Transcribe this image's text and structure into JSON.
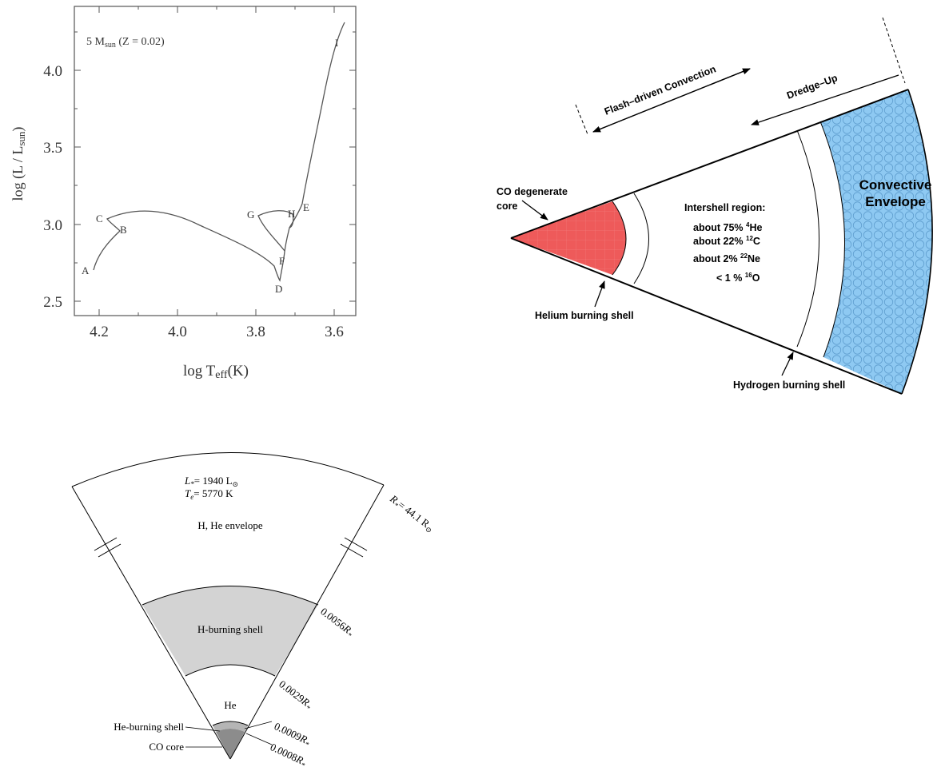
{
  "hr_diagram": {
    "model_label": "5 M",
    "model_sub": "sun",
    "model_suffix": " (Z = 0.02)",
    "ylabel_pre": "log (L / L",
    "ylabel_sub": "sun",
    "ylabel_post": ")",
    "xlabel_pre": "log T",
    "xlabel_sub": "eff",
    "xlabel_post": "(K)",
    "y_ticks": [
      "4.0",
      "3.5",
      "3.0",
      "2.5"
    ],
    "x_ticks": [
      "4.2",
      "4.0",
      "3.8",
      "3.6"
    ],
    "points": {
      "A": "A",
      "B": "B",
      "C": "C",
      "D": "D",
      "E": "E",
      "F": "F",
      "G": "G",
      "H": "H",
      "I": "I"
    }
  },
  "agb_wedge": {
    "flash_label": "Flash–driven Convection",
    "dredge_label": "Dredge–Up",
    "core_label_1": "CO degenerate",
    "core_label_2": "core",
    "intershell_title": "Intershell region:",
    "intershell_lines": [
      {
        "text": "about 75% ",
        "sup": "4",
        "el": "He"
      },
      {
        "text": "about 22% ",
        "sup": "12",
        "el": "C"
      },
      {
        "text": "about 2%  ",
        "sup": "22",
        "el": "Ne"
      },
      {
        "text": "< 1 % ",
        "sup": "16",
        "el": "O"
      }
    ],
    "envelope_label_1": "Convective",
    "envelope_label_2": "Envelope",
    "he_shell_label": "Helium burning shell",
    "h_shell_label": "Hydrogen burning shell",
    "colors": {
      "core": "#ee5a5a",
      "envelope": "#8ec9f2"
    }
  },
  "rgb_wedge": {
    "lum_text": "= 1940 L",
    "temp_text": "= 5770 K",
    "radius_text": "= 44.1 R",
    "envelope_label": "H, He envelope",
    "h_shell_label": "H-burning shell",
    "he_label": "He",
    "he_shell_label": "He-burning shell",
    "core_label": "CO core",
    "r1": "0.0056",
    "r2": "0.0029",
    "r3": "0.0009",
    "r4": "0.0008",
    "colors": {
      "h_shell": "#d3d3d3",
      "core": "#8c8c8c"
    }
  }
}
